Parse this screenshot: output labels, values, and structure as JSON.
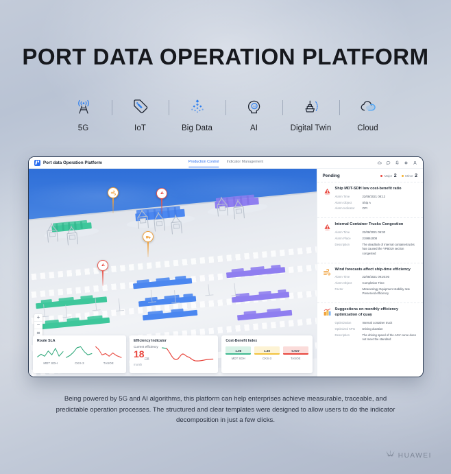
{
  "hero": {
    "title": "PORT DATA OPERATION PLATFORM"
  },
  "features": [
    {
      "label": "5G",
      "icon": "5g-tower-icon"
    },
    {
      "label": "IoT",
      "icon": "iot-tag-icon"
    },
    {
      "label": "Big Data",
      "icon": "big-data-nodes-icon"
    },
    {
      "label": "AI",
      "icon": "ai-head-icon"
    },
    {
      "label": "Digital Twin",
      "icon": "digital-twin-ship-icon"
    },
    {
      "label": "Cloud",
      "icon": "cloud-icon"
    }
  ],
  "app": {
    "brand": "Port data Operation Platform",
    "tabs": [
      {
        "label": "Production Control",
        "active": true
      },
      {
        "label": "Indicator Management",
        "active": false
      }
    ],
    "header_icons": [
      "cloud-icon",
      "message-icon",
      "bell-icon",
      "globe-icon",
      "user-icon"
    ],
    "map_controls": [
      "+",
      "−",
      "⌗"
    ]
  },
  "pending": {
    "title": "Pending",
    "severities": [
      {
        "name": "Major",
        "count": "2",
        "color": "#e8453c"
      },
      {
        "name": "Minor",
        "count": "2",
        "color": "#f5b12a"
      }
    ],
    "alarms": [
      {
        "icon": "alarm-major-icon",
        "title": "Ship MDT-SDH low cost-benefit ratio",
        "rows": [
          {
            "key": "Alarm Time",
            "value": "22/08/2021 08:12"
          },
          {
            "key": "Alarm Object",
            "value": "Ship A"
          },
          {
            "key": "Alarm Indicator",
            "value": "OPI"
          }
        ]
      },
      {
        "icon": "alarm-major-icon",
        "title": "Internal Container Trucks Congestion",
        "rows": [
          {
            "key": "Alarm Time",
            "value": "22/08/2021 09:30"
          },
          {
            "key": "Alarm Place",
            "value": "219861008"
          },
          {
            "key": "Description",
            "value": "The deadlock of internal containertrucks has caused the YPB019 section congested"
          }
        ]
      },
      {
        "icon": "alarm-minor-icon",
        "title": "Wind forecasts affect ship-time efficiency",
        "rows": [
          {
            "key": "Alarm Time",
            "value": "22/08/2021 09:20:00"
          },
          {
            "key": "Alarm Object",
            "value": "Completion Time"
          },
          {
            "key": "Factor",
            "value": "Meteorology Equipment stability rate Preserved efficiency"
          }
        ]
      },
      {
        "icon": "suggestion-icon",
        "title": "Suggestions on monthly efficiency optimization of quay",
        "rows": [
          {
            "key": "Optimization",
            "value": "Internal container truck"
          },
          {
            "key": "Optimized KPIs",
            "value": "Driving duration"
          },
          {
            "key": "Description",
            "value": "The driving speed of the AGV curve does not meet the standard"
          }
        ]
      }
    ]
  },
  "dashboard": {
    "route_sla": {
      "title": "Route SLA",
      "items": [
        {
          "label": "MDT SDH",
          "color": "#2fa87a"
        },
        {
          "label": "CKS-3",
          "color": "#2fa87a"
        },
        {
          "label": "TASOE",
          "color": "#e8453c"
        }
      ]
    },
    "efficiency": {
      "title": "Efficiency Indicator",
      "caption": "Current efficiency",
      "value": "18",
      "total": "/28",
      "unit": "month"
    },
    "cost_benefit": {
      "title": "Cost-Benefit Index",
      "items": [
        {
          "value": "1.08",
          "label": "MDT SDH",
          "color": "#3fb890",
          "bg": "#d9f2e7"
        },
        {
          "value": "1.38",
          "label": "CKS-3",
          "color": "#f2c23c",
          "bg": "#fdf3d4"
        },
        {
          "value": "0.937",
          "label": "TASOE",
          "color": "#e8453c",
          "bg": "#fbdcda"
        }
      ]
    }
  },
  "chart_data": [
    {
      "type": "line",
      "title": "Route SLA",
      "series": [
        {
          "name": "MDT SDH",
          "color": "#2fa87a",
          "values": [
            30,
            46,
            34,
            62,
            40,
            70,
            35,
            58
          ]
        },
        {
          "name": "CKS-3",
          "color": "#2fa87a",
          "values": [
            28,
            38,
            55,
            78,
            86,
            60,
            44,
            50
          ]
        },
        {
          "name": "TASOE",
          "color": "#e8453c",
          "values": [
            88,
            74,
            40,
            48,
            34,
            52,
            36,
            30
          ]
        }
      ],
      "ylim": [
        0,
        100
      ],
      "grid": false,
      "legend": "bottom"
    },
    {
      "type": "line",
      "title": "Efficiency Indicator",
      "x": [
        "1",
        "2",
        "3",
        "4",
        "5",
        "6",
        "7",
        "8",
        "9",
        "10",
        "11",
        "12"
      ],
      "series": [
        {
          "name": "Current efficiency",
          "color": "#e8453c",
          "values": [
            78,
            70,
            40,
            30,
            46,
            34,
            58,
            40,
            32,
            28,
            34,
            40
          ]
        }
      ],
      "annotations": [
        "18/28 month"
      ],
      "ylim": [
        0,
        100
      ],
      "grid": false,
      "legend": "none"
    },
    {
      "type": "bar",
      "title": "Cost-Benefit Index",
      "categories": [
        "MDT SDH",
        "CKS-3",
        "TASOE"
      ],
      "values": [
        1.08,
        1.38,
        0.937
      ],
      "ylim": [
        0,
        1.5
      ],
      "grid": false,
      "legend": "none"
    }
  ],
  "caption": {
    "text": "Being powered by 5G and AI algorithms, this platform can help enterprises achieve measurable, traceable, and predictable operation processes. The structured and clear templates were designed to allow users to do the indicator decomposition in just a few clicks."
  },
  "footer": {
    "logo_text": "HUAWEI"
  }
}
